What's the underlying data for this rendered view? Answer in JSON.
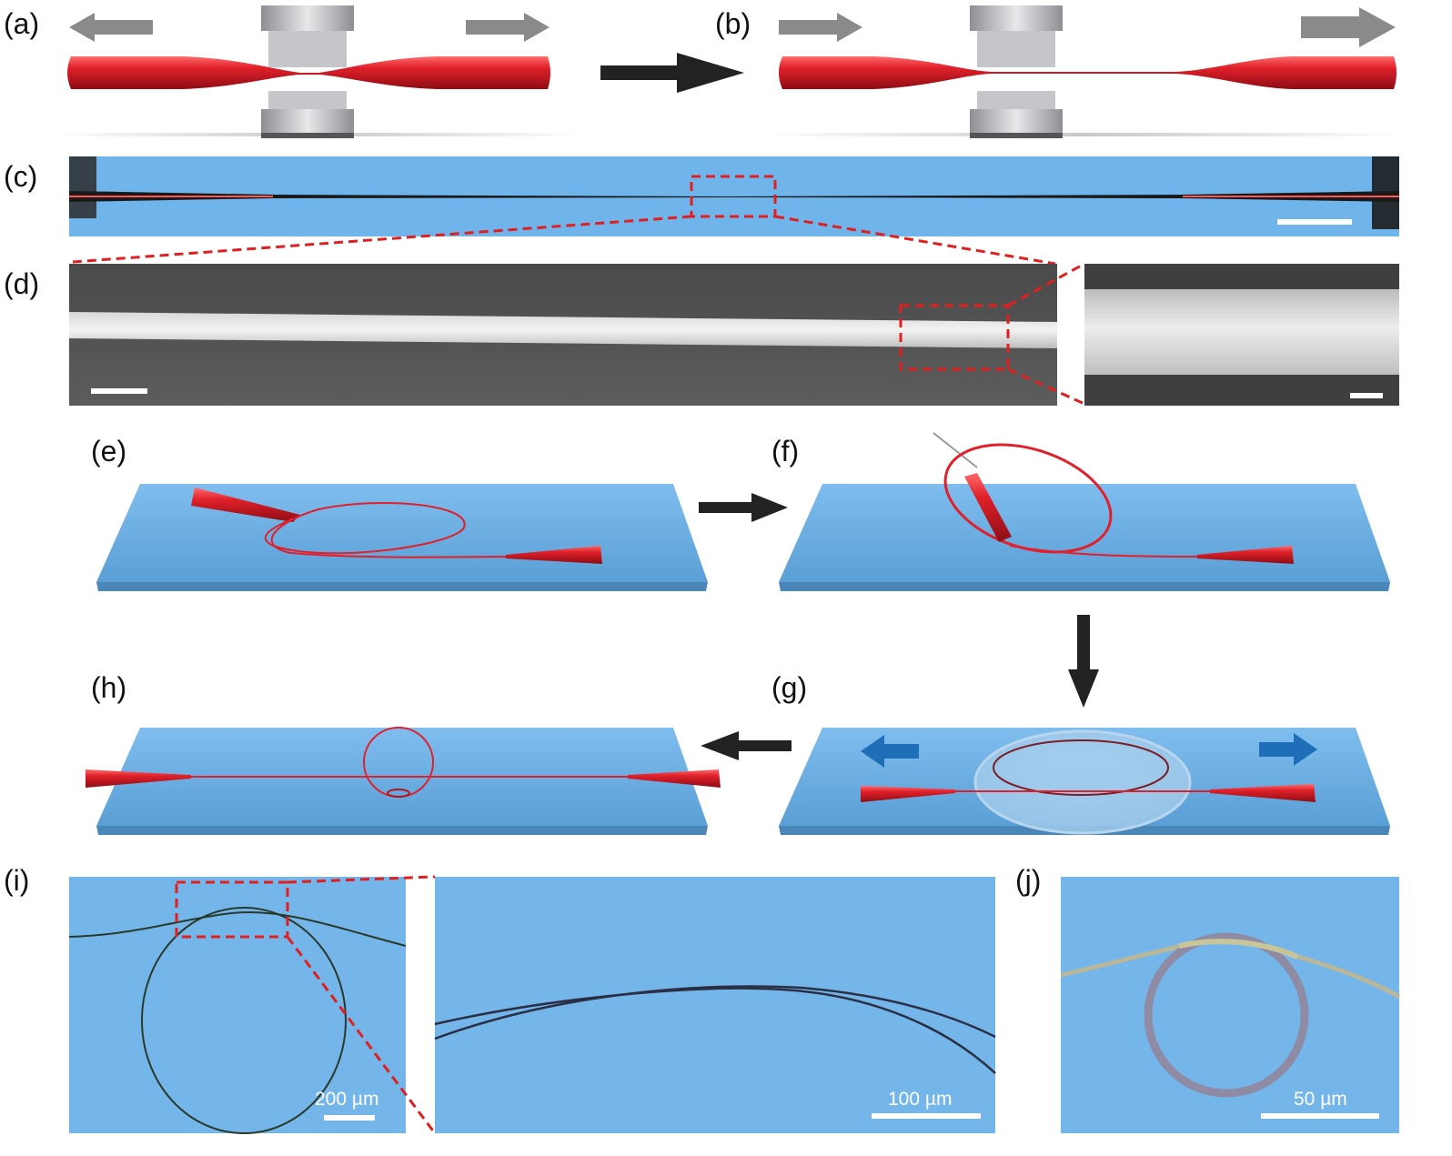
{
  "panel_labels": {
    "a": "(a)",
    "b": "(b)",
    "c": "(c)",
    "d": "(d)",
    "e": "(e)",
    "f": "(f)",
    "g": "(g)",
    "h": "(h)",
    "i": "(i)",
    "j": "(j)"
  },
  "scale_bars": {
    "i_left": "200 µm",
    "i_right": "100 µm",
    "j": "50 µm"
  },
  "colors": {
    "fiber_red": "#e0202a",
    "substrate_blue": "#6fb2e6",
    "micrograph_blue": "#74b6ea",
    "arrow_dark": "#2b2b2b",
    "arrow_gray": "#8a8a8a",
    "arrow_blue": "#1e6fb8",
    "highlight_dashed": "#e02020",
    "sem_gray": "#555555"
  },
  "icons": [
    "pull-arrow-left",
    "pull-arrow-right",
    "process-arrow",
    "clamp-block",
    "needle"
  ]
}
